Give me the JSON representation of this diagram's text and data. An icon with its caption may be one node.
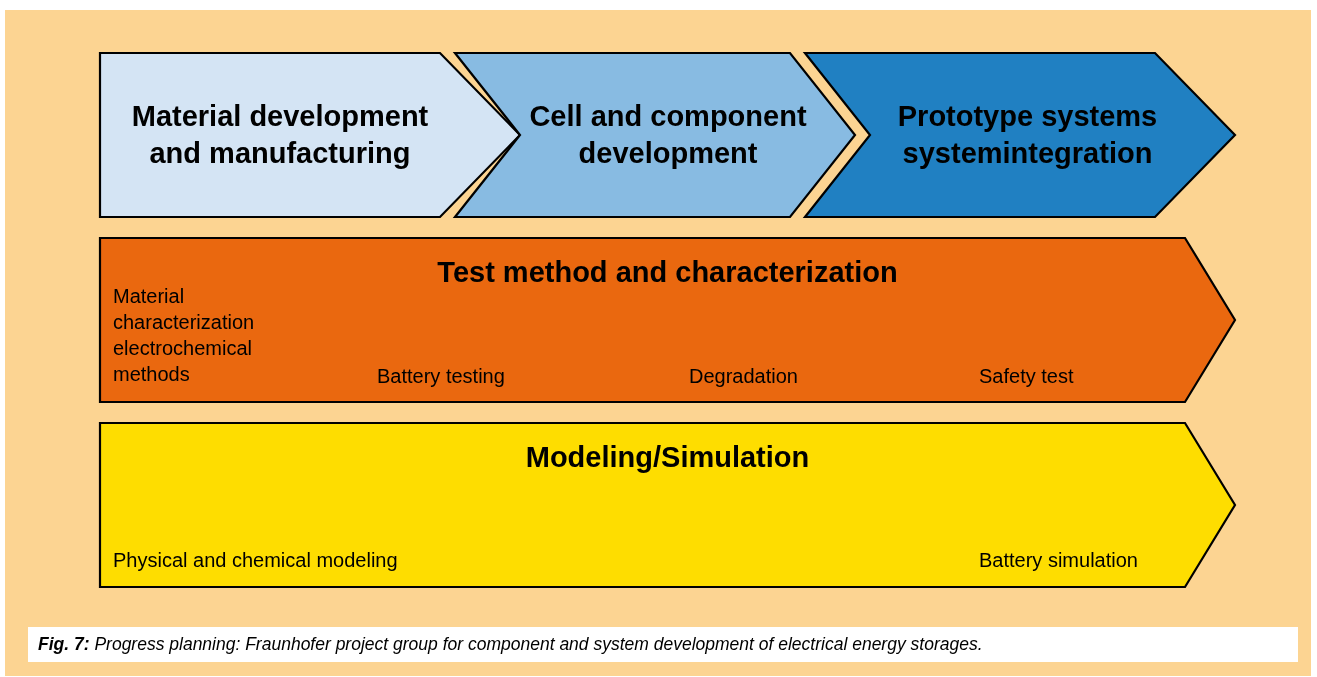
{
  "diagram": {
    "caption": "**Fig. 7:** Progress planning: Fraunhofer project group for component and system development of electrical energy storages.",
    "nodes": [
      {
        "text": [
          "Material development and manufacturing"
        ]
      },
      {
        "text": [
          "Cell and component development"
        ]
      },
      {
        "text": [
          "Prototype systems systemintegration"
        ]
      },
      {
        "text": [
          "Test method and characterization",
          "Material characterization electrochemical methods",
          "Battery testing",
          "Degradation",
          "Safety test"
        ]
      },
      {
        "text": [
          "Modeling/Simulation",
          "Physical and chemical modeling",
          "Battery simulation"
        ]
      }
    ]
  }
}
